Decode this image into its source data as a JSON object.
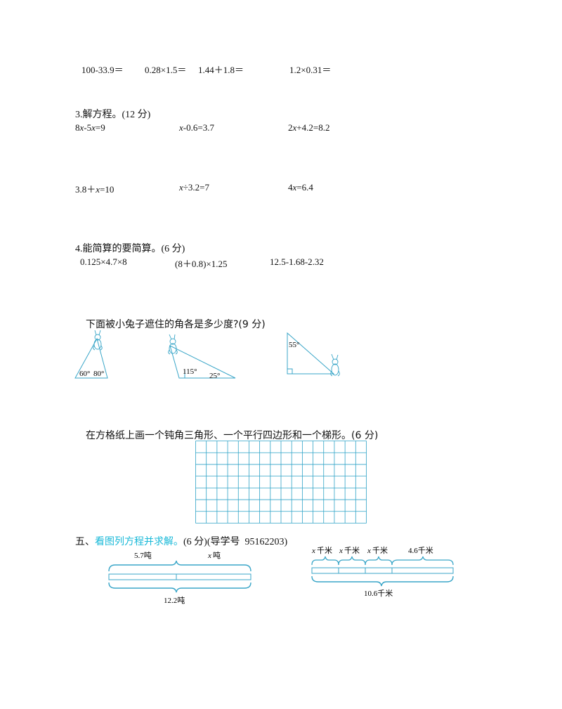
{
  "calc_row": [
    "100-33.9＝",
    "0.28×1.5＝",
    "1.44＋1.8＝",
    "1.2×0.31＝"
  ],
  "q3": {
    "num": "3.",
    "title": "解方程。",
    "score": "(12 分)",
    "row1": [
      {
        "pre": "8",
        "var1": "x",
        "mid": "-5",
        "var2": "x",
        "post": "=9"
      },
      {
        "pre": "",
        "var1": "x",
        "mid": "-0.6=3.7",
        "var2": "",
        "post": ""
      },
      {
        "pre": "2",
        "var1": "x",
        "mid": "+4.2=8.2",
        "var2": "",
        "post": ""
      }
    ],
    "row2": [
      {
        "pre": "3.8＋",
        "var1": "x",
        "mid": "=10",
        "var2": "",
        "post": ""
      },
      {
        "pre": "",
        "var1": "x",
        "mid": "÷3.2=7",
        "var2": "",
        "post": ""
      },
      {
        "pre": "4",
        "var1": "x",
        "mid": "=6.4",
        "var2": "",
        "post": ""
      }
    ]
  },
  "q4": {
    "num": "4.",
    "title": "能简算的要简算。",
    "score": "(6 分)",
    "items": [
      "0.125×4.7×8",
      "(8＋0.8)×1.25",
      "12.5-1.68-2.32"
    ]
  },
  "q_angles": {
    "title": "下面被小兔子遮住的角各是多少度?(9 分)",
    "tri1": {
      "a": "60°",
      "b": "80°"
    },
    "tri2": {
      "a": "115°",
      "b": "25°"
    },
    "tri3": {
      "a": "55°"
    }
  },
  "q_grid": {
    "title": "在方格纸上画一个钝角三角形、一个平行四边形和一个梯形。(6 分)",
    "cols": 16,
    "rows": 7
  },
  "q5": {
    "num": "五、",
    "title": "看图列方程并求解。",
    "score": "(6 分)(导学号",
    "code": "95162203)",
    "d1": {
      "left": "5.7吨",
      "right_var": "x",
      "right_unit": "吨",
      "total": "12.2吨"
    },
    "d2": {
      "var": "x",
      "unit": "千米",
      "last": "4.6千米",
      "total": "10.6千米"
    }
  },
  "colors": {
    "accent": "#19b9d8",
    "line": "#3aa6c8",
    "grid": "#2fa3c7"
  }
}
